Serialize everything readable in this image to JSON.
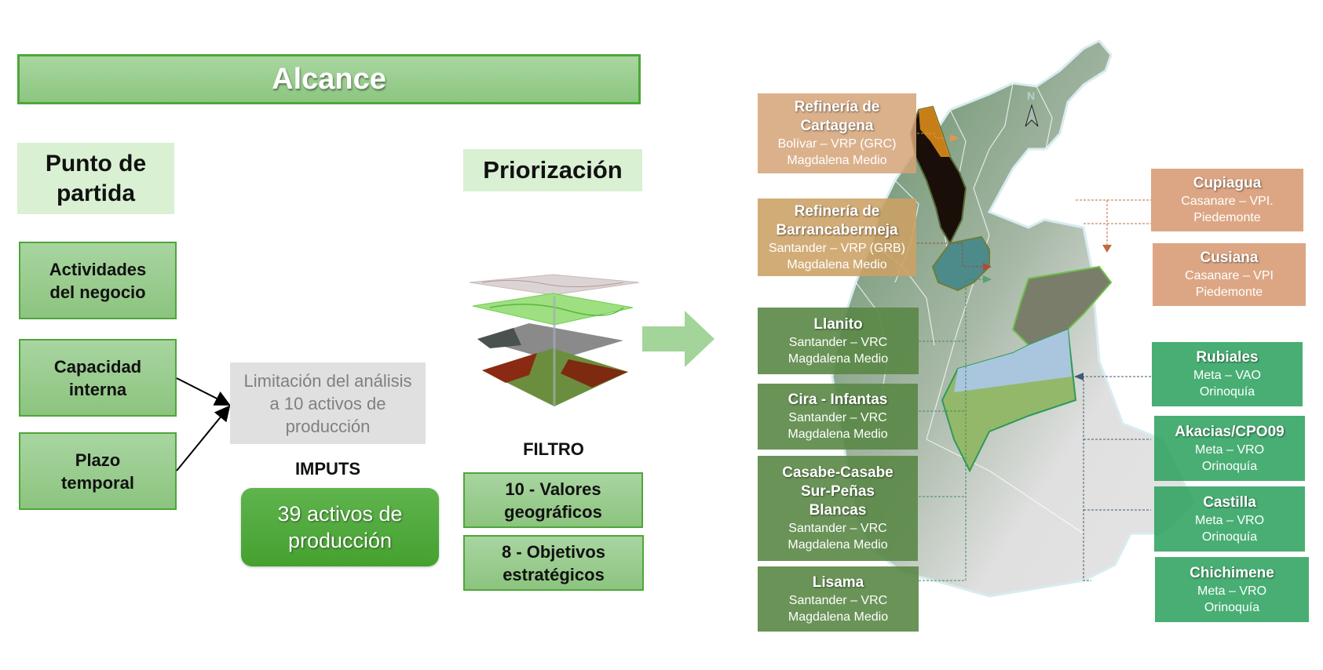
{
  "header": {
    "title": "Alcance"
  },
  "left_column": {
    "heading": "Punto de partida",
    "items": [
      {
        "label": "Actividades del negocio"
      },
      {
        "label": "Capacidad interna"
      },
      {
        "label": "Plazo temporal"
      }
    ]
  },
  "middle_column": {
    "limitation": "Limitación del análisis a 10 activos de producción",
    "inputs_label": "IMPUTS",
    "inputs_value": "39 activos de producción"
  },
  "prioritization": {
    "heading": "Priorización",
    "image_icon": "gis-layers-icon",
    "filter_label": "FILTRO",
    "filters": [
      {
        "label": "10 - Valores geográficos"
      },
      {
        "label": "8 - Objetivos estratégicos"
      }
    ],
    "arrow_icon": "right-arrow-icon"
  },
  "map": {
    "north_label": "N",
    "colors": {
      "refinery_cartagena": "#d5a378",
      "refinery_barranca": "#cca064",
      "magdalena": "#5a8746",
      "piedemonte": "#d6966e",
      "orinoquia": "#28a05a"
    },
    "assets_left": [
      {
        "name": "Refinería de Cartagena",
        "line1": "Bolívar – VRP (GRC)",
        "line2": "Magdalena Medio"
      },
      {
        "name": "Refinería de Barrancabermeja",
        "line1": "Santander – VRP (GRB)",
        "line2": "Magdalena Medio"
      },
      {
        "name": "Llanito",
        "line1": "Santander – VRC",
        "line2": "Magdalena Medio"
      },
      {
        "name": "Cira - Infantas",
        "line1": "Santander – VRC",
        "line2": "Magdalena Medio"
      },
      {
        "name": "Casabe-Casabe Sur-Peñas Blancas",
        "line1": "Santander – VRC",
        "line2": "Magdalena Medio"
      },
      {
        "name": "Lisama",
        "line1": "Santander – VRC",
        "line2": "Magdalena Medio"
      }
    ],
    "assets_right": [
      {
        "name": "Cupiagua",
        "line1": "Casanare – VPI.",
        "line2": "Piedemonte"
      },
      {
        "name": "Cusiana",
        "line1": "Casanare – VPI",
        "line2": "Piedemonte"
      },
      {
        "name": "Rubiales",
        "line1": "Meta – VAO",
        "line2": "Orinoquía"
      },
      {
        "name": "Akacias/CPO09",
        "line1": "Meta – VRO",
        "line2": "Orinoquía"
      },
      {
        "name": "Castilla",
        "line1": "Meta – VRO",
        "line2": "Orinoquía"
      },
      {
        "name": "Chichimene",
        "line1": "Meta – VRO",
        "line2": "Orinoquía"
      }
    ]
  }
}
